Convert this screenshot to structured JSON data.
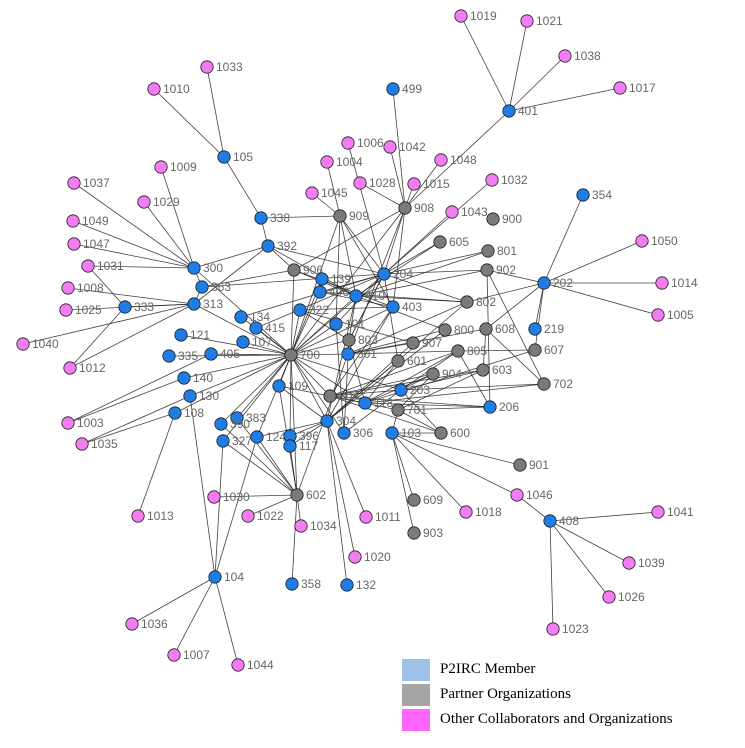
{
  "colors": {
    "member": "#1e7ee6",
    "partner": "#7a7a7a",
    "other": "#f27cf2",
    "edge": "#202020",
    "legend_member": "#9cc3e5",
    "legend_partner": "#a5a5a5",
    "legend_other": "#ff66ff"
  },
  "legend": [
    {
      "label": "P2IRC Member",
      "group": "legend_member"
    },
    {
      "label": "Partner Organizations",
      "group": "legend_partner"
    },
    {
      "label": "Other Collaborators and Organizations",
      "group": "legend_other"
    }
  ],
  "nodes": [
    {
      "id": "1019",
      "group": "other"
    },
    {
      "id": "1021",
      "group": "other"
    },
    {
      "id": "1038",
      "group": "other"
    },
    {
      "id": "1017",
      "group": "other"
    },
    {
      "id": "401",
      "group": "member"
    },
    {
      "id": "1033",
      "group": "other"
    },
    {
      "id": "1010",
      "group": "other"
    },
    {
      "id": "499",
      "group": "member"
    },
    {
      "id": "1006",
      "group": "other"
    },
    {
      "id": "1042",
      "group": "other"
    },
    {
      "id": "1004",
      "group": "other"
    },
    {
      "id": "1048",
      "group": "other"
    },
    {
      "id": "105",
      "group": "member"
    },
    {
      "id": "1009",
      "group": "other"
    },
    {
      "id": "1028",
      "group": "other"
    },
    {
      "id": "1015",
      "group": "other"
    },
    {
      "id": "1032",
      "group": "other"
    },
    {
      "id": "1037",
      "group": "other"
    },
    {
      "id": "1045",
      "group": "other"
    },
    {
      "id": "354",
      "group": "member"
    },
    {
      "id": "1029",
      "group": "other"
    },
    {
      "id": "909",
      "group": "partner"
    },
    {
      "id": "908",
      "group": "partner"
    },
    {
      "id": "1043",
      "group": "other"
    },
    {
      "id": "900",
      "group": "partner"
    },
    {
      "id": "338",
      "group": "member"
    },
    {
      "id": "1049",
      "group": "other"
    },
    {
      "id": "605",
      "group": "partner"
    },
    {
      "id": "1050",
      "group": "other"
    },
    {
      "id": "392",
      "group": "member"
    },
    {
      "id": "801",
      "group": "partner"
    },
    {
      "id": "1047",
      "group": "other"
    },
    {
      "id": "204",
      "group": "member"
    },
    {
      "id": "300",
      "group": "member"
    },
    {
      "id": "906",
      "group": "partner"
    },
    {
      "id": "1031",
      "group": "other"
    },
    {
      "id": "139",
      "group": "member"
    },
    {
      "id": "902",
      "group": "partner"
    },
    {
      "id": "202",
      "group": "member"
    },
    {
      "id": "1014",
      "group": "other"
    },
    {
      "id": "363",
      "group": "member"
    },
    {
      "id": "1008",
      "group": "other"
    },
    {
      "id": "406",
      "group": "member"
    },
    {
      "id": "410",
      "group": "member"
    },
    {
      "id": "333",
      "group": "member"
    },
    {
      "id": "313",
      "group": "member"
    },
    {
      "id": "1025",
      "group": "other"
    },
    {
      "id": "134",
      "group": "member"
    },
    {
      "id": "802",
      "group": "partner"
    },
    {
      "id": "403",
      "group": "member"
    },
    {
      "id": "322",
      "group": "member"
    },
    {
      "id": "1005",
      "group": "other"
    },
    {
      "id": "415",
      "group": "member"
    },
    {
      "id": "219",
      "group": "member"
    },
    {
      "id": "608",
      "group": "partner"
    },
    {
      "id": "800",
      "group": "partner"
    },
    {
      "id": "121",
      "group": "member"
    },
    {
      "id": "101",
      "group": "member"
    },
    {
      "id": "1040",
      "group": "other"
    },
    {
      "id": "107",
      "group": "member"
    },
    {
      "id": "803",
      "group": "partner"
    },
    {
      "id": "907",
      "group": "partner"
    },
    {
      "id": "1012",
      "group": "other"
    },
    {
      "id": "405",
      "group": "member"
    },
    {
      "id": "335",
      "group": "member"
    },
    {
      "id": "700",
      "group": "partner"
    },
    {
      "id": "301",
      "group": "member"
    },
    {
      "id": "601",
      "group": "partner"
    },
    {
      "id": "805",
      "group": "partner"
    },
    {
      "id": "607",
      "group": "partner"
    },
    {
      "id": "140",
      "group": "member"
    },
    {
      "id": "109",
      "group": "member"
    },
    {
      "id": "904",
      "group": "partner"
    },
    {
      "id": "603",
      "group": "partner"
    },
    {
      "id": "130",
      "group": "member"
    },
    {
      "id": "203",
      "group": "member"
    },
    {
      "id": "702",
      "group": "partner"
    },
    {
      "id": "804",
      "group": "partner"
    },
    {
      "id": "118",
      "group": "member"
    },
    {
      "id": "108",
      "group": "member"
    },
    {
      "id": "383",
      "group": "member"
    },
    {
      "id": "701",
      "group": "partner"
    },
    {
      "id": "206",
      "group": "member"
    },
    {
      "id": "1003",
      "group": "other"
    },
    {
      "id": "390",
      "group": "member"
    },
    {
      "id": "304",
      "group": "member"
    },
    {
      "id": "327",
      "group": "member"
    },
    {
      "id": "124",
      "group": "member"
    },
    {
      "id": "396",
      "group": "member"
    },
    {
      "id": "306",
      "group": "member"
    },
    {
      "id": "103",
      "group": "member"
    },
    {
      "id": "600",
      "group": "partner"
    },
    {
      "id": "1035",
      "group": "other"
    },
    {
      "id": "117",
      "group": "member"
    },
    {
      "id": "901",
      "group": "partner"
    },
    {
      "id": "1030",
      "group": "other"
    },
    {
      "id": "602",
      "group": "partner"
    },
    {
      "id": "1046",
      "group": "other"
    },
    {
      "id": "1041",
      "group": "other"
    },
    {
      "id": "1013",
      "group": "other"
    },
    {
      "id": "1022",
      "group": "other"
    },
    {
      "id": "1034",
      "group": "other"
    },
    {
      "id": "1011",
      "group": "other"
    },
    {
      "id": "609",
      "group": "partner"
    },
    {
      "id": "1018",
      "group": "other"
    },
    {
      "id": "408",
      "group": "member"
    },
    {
      "id": "903",
      "group": "partner"
    },
    {
      "id": "1020",
      "group": "other"
    },
    {
      "id": "1039",
      "group": "other"
    },
    {
      "id": "104",
      "group": "member"
    },
    {
      "id": "358",
      "group": "member"
    },
    {
      "id": "132",
      "group": "member"
    },
    {
      "id": "1026",
      "group": "other"
    },
    {
      "id": "1036",
      "group": "other"
    },
    {
      "id": "1023",
      "group": "other"
    },
    {
      "id": "1007",
      "group": "other"
    },
    {
      "id": "1044",
      "group": "other"
    }
  ]
}
